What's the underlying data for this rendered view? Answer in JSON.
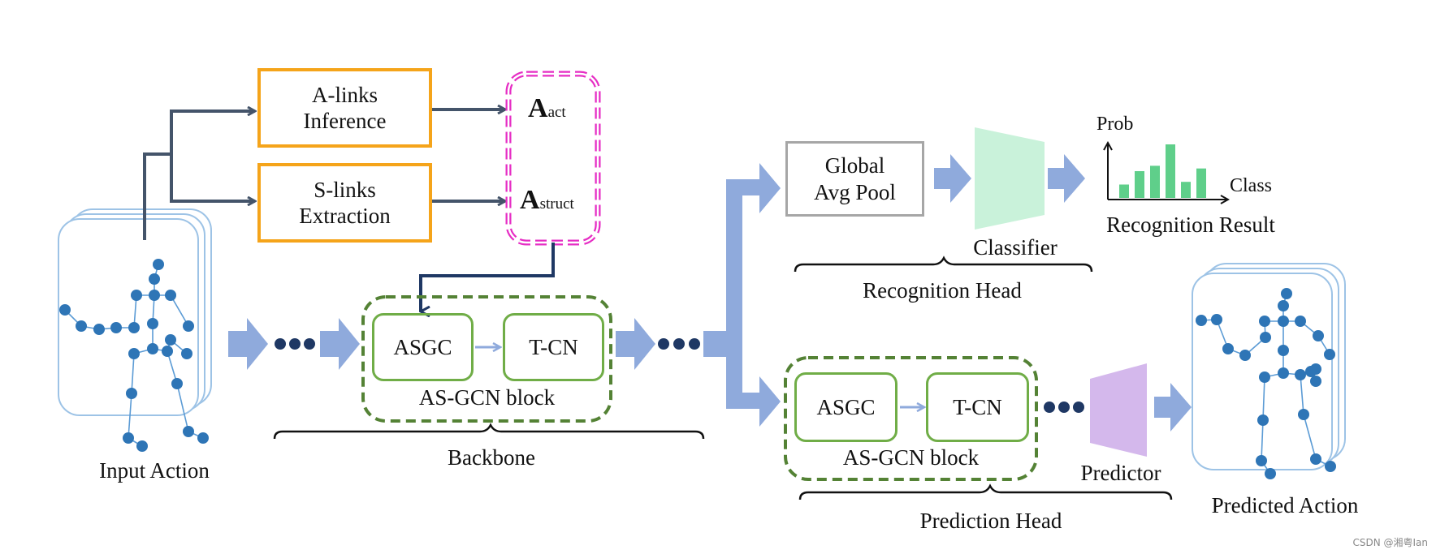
{
  "diagram": {
    "input_label": "Input Action",
    "a_links": [
      "A-links",
      "Inference"
    ],
    "s_links": [
      "S-links",
      "Extraction"
    ],
    "a_act": {
      "main": "A",
      "sub": "act"
    },
    "a_struct": {
      "main": "A",
      "sub": "struct"
    },
    "backbone_block": {
      "left": "ASGC",
      "right": "T-CN",
      "caption": "AS-GCN block"
    },
    "backbone_label": "Backbone",
    "global_pool": [
      "Global",
      "Avg Pool"
    ],
    "classifier_label": "Classifier",
    "recognition_head_label": "Recognition Head",
    "prob_label": "Prob",
    "class_label": "Class",
    "recognition_result_label": "Recognition Result",
    "recognition_bars": [
      0.25,
      0.5,
      0.6,
      1.0,
      0.3,
      0.55
    ],
    "prediction_block": {
      "left": "ASGC",
      "right": "T-CN",
      "caption": "AS-GCN block"
    },
    "predictor_label": "Predictor",
    "prediction_head_label": "Prediction Head",
    "predicted_label": "Predicted Action",
    "watermark": "CSDN @湘粤Ian"
  },
  "colors": {
    "orange": "#f5a41a",
    "magenta": "#e62dc4",
    "green_box": "#70ad47",
    "dashed_green": "#548235",
    "blue_arrow": "#8faadc",
    "joint": "#2e75b6",
    "bar": "#5fcf8a",
    "classifier": "#c9f2da",
    "predictor": "#d4b8ec",
    "dots": "#1f3864"
  }
}
